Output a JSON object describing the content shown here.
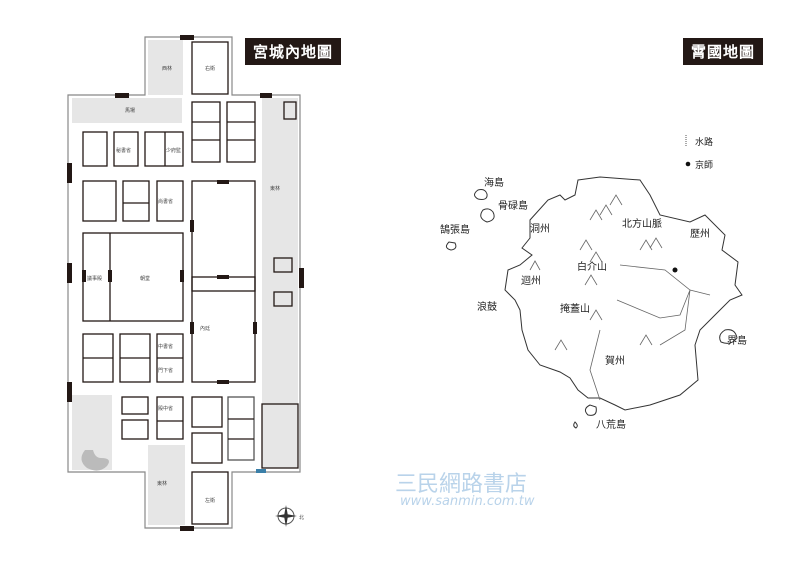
{
  "palace_map": {
    "title": "宮城內地圖",
    "labels": [
      "西林",
      "右衛",
      "馬場",
      "秘書省",
      "少府監",
      "尚書省",
      "朝堂",
      "議事殿",
      "中書省",
      "門下省",
      "內廷",
      "東林",
      "左衛",
      "東林",
      "殿中省"
    ],
    "compass": "北"
  },
  "country_map": {
    "title": "霄國地圖",
    "legend": [
      {
        "symbol": "waterway",
        "label": "水路"
      },
      {
        "symbol": "capital-dot",
        "label": "京師"
      }
    ],
    "places": [
      "海島",
      "骨碌島",
      "鵠張島",
      "洞州",
      "北方山脈",
      "歷州",
      "白介山",
      "迴州",
      "浪鼓",
      "掩蓋山",
      "賀州",
      "界島",
      "八荒島"
    ]
  },
  "watermark": {
    "name": "三民網路書店",
    "url": "www.sanmin.com.tw"
  }
}
